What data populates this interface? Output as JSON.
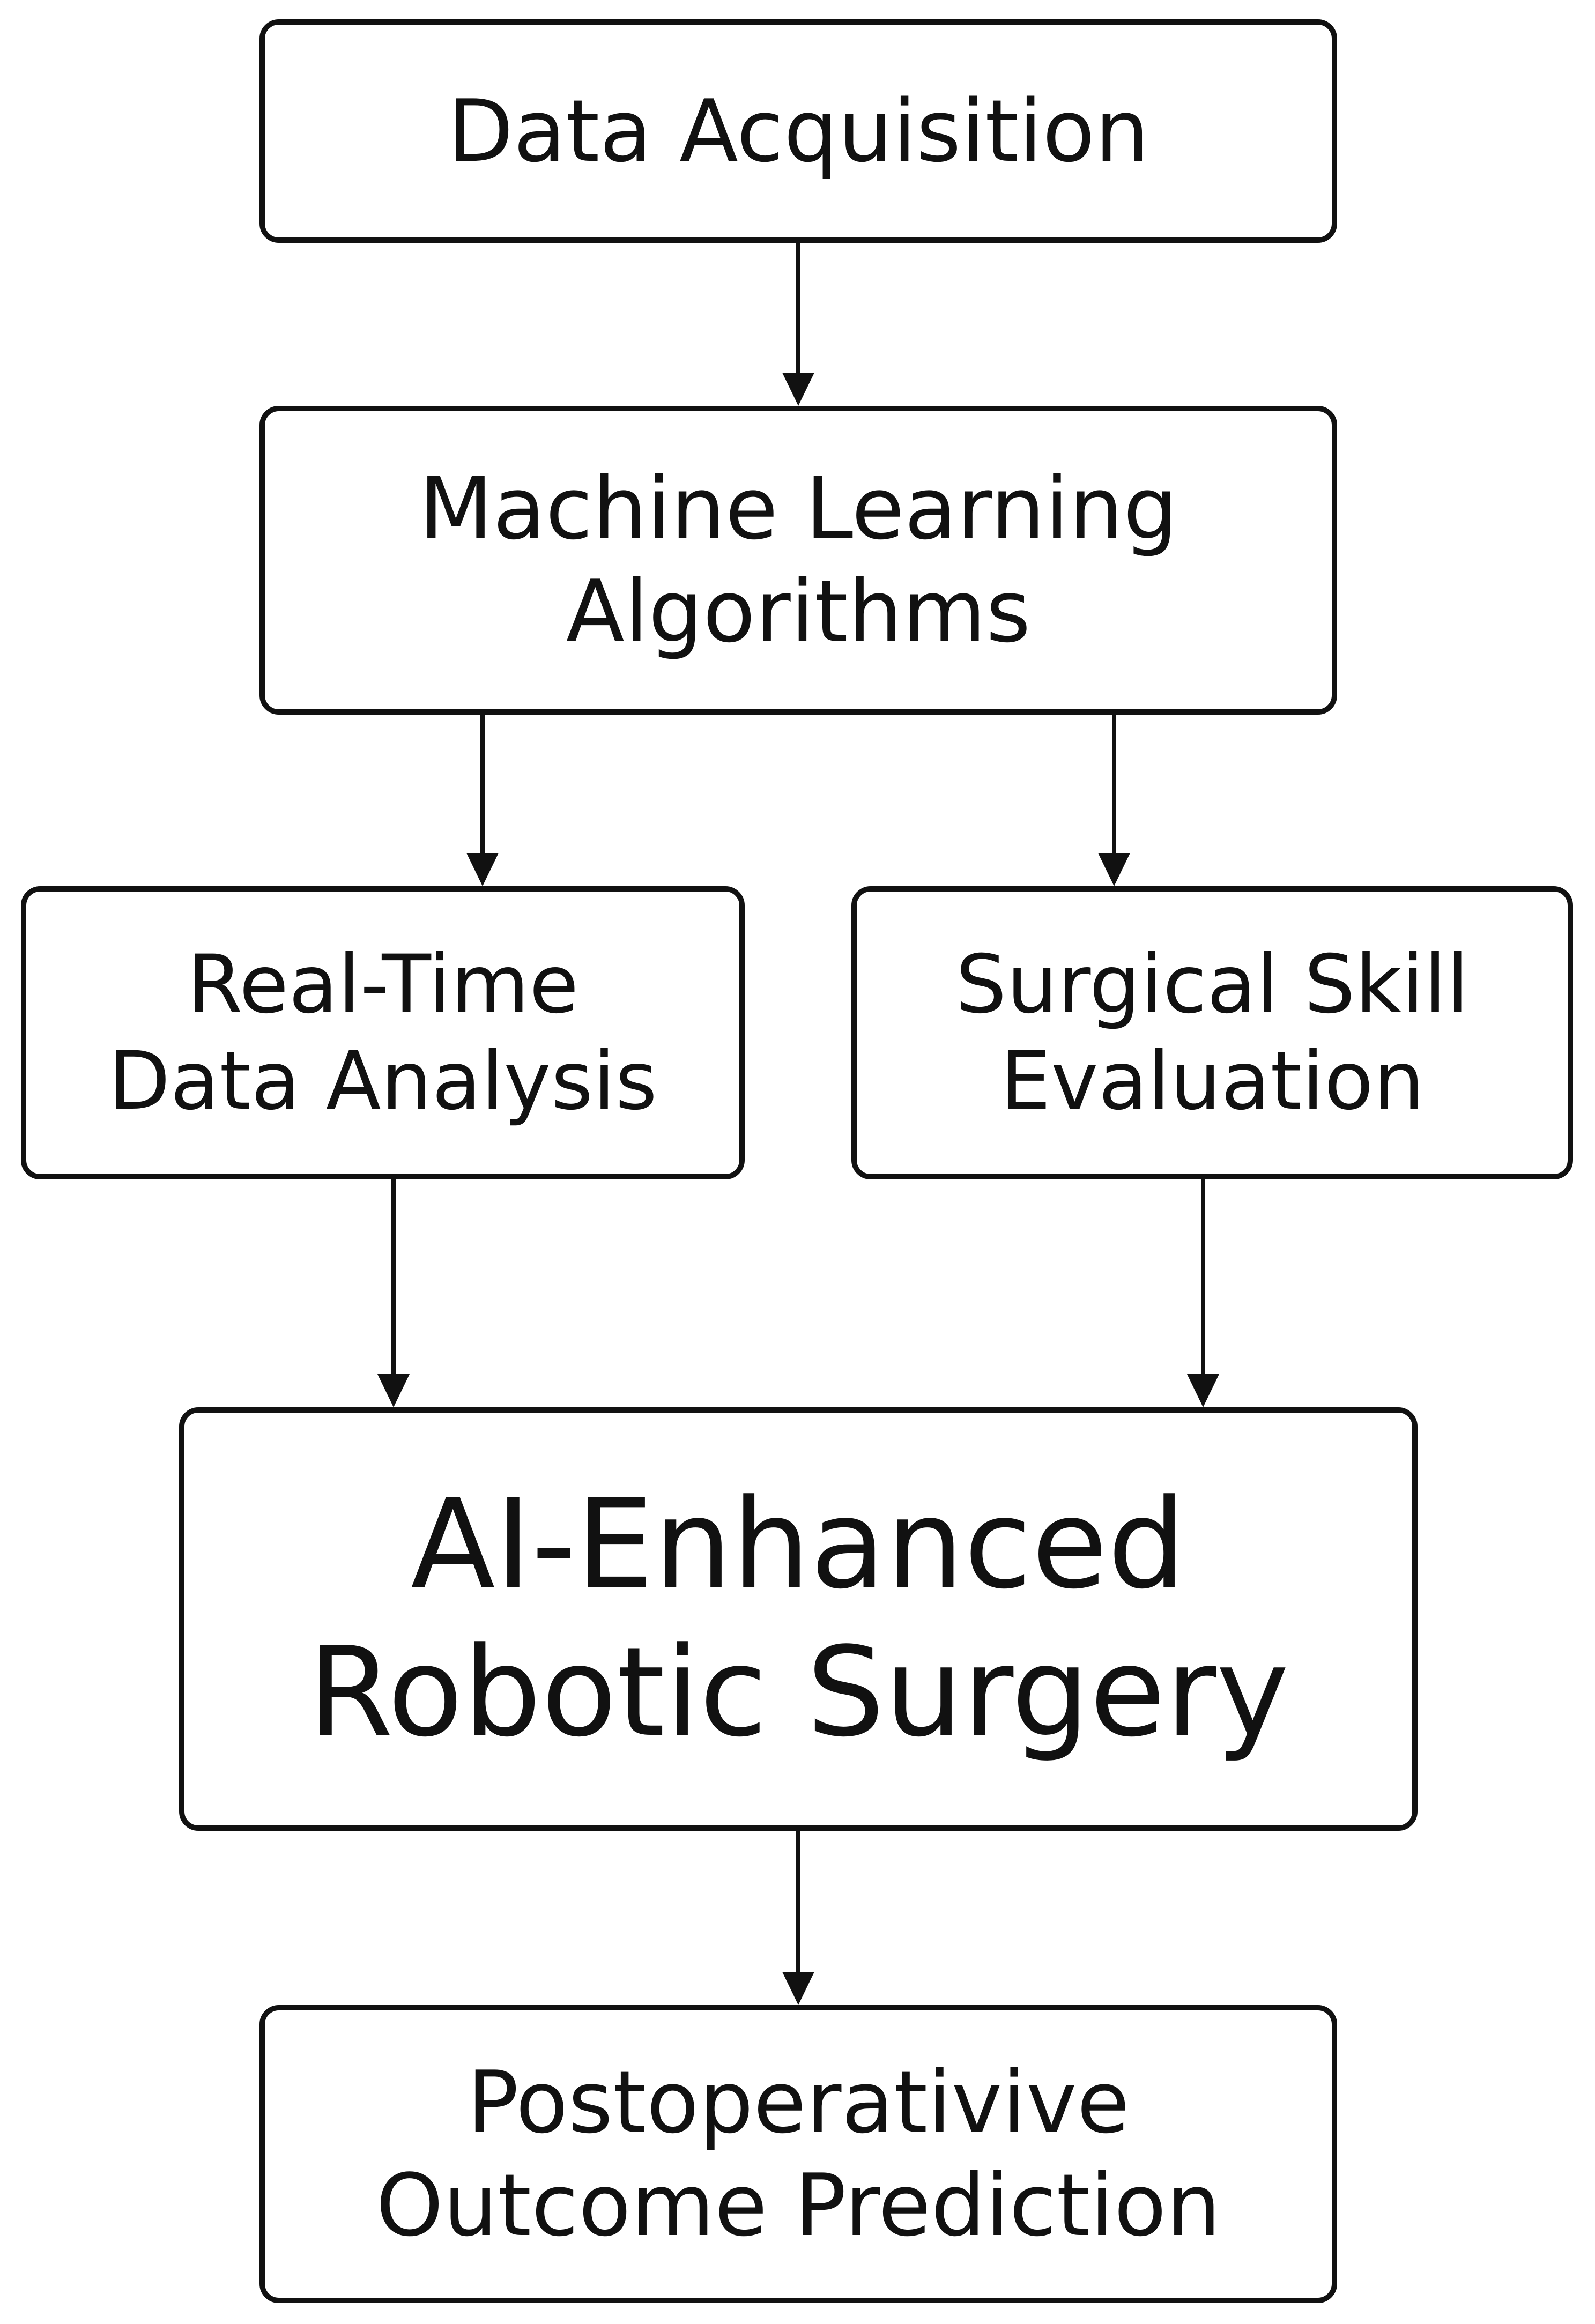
{
  "nodes": {
    "data_acquisition": {
      "lines": [
        "Data Acquisition"
      ]
    },
    "machine_learning": {
      "lines": [
        "Machine Learning",
        "Algorithms"
      ]
    },
    "real_time": {
      "lines": [
        "Real-Time",
        "Data Analysis"
      ]
    },
    "skill_eval": {
      "lines": [
        "Surgical Skill",
        "Evaluation"
      ]
    },
    "ai_surgery": {
      "lines": [
        "AI-Enhanced",
        "Robotic Surgery"
      ]
    },
    "postop": {
      "lines": [
        "Postoperativive",
        "Outcome Prediction"
      ]
    }
  },
  "edges": [
    {
      "from": "data_acquisition",
      "to": "machine_learning"
    },
    {
      "from": "machine_learning",
      "to": "real_time"
    },
    {
      "from": "machine_learning",
      "to": "skill_eval"
    },
    {
      "from": "real_time",
      "to": "ai_surgery"
    },
    {
      "from": "skill_eval",
      "to": "ai_surgery"
    },
    {
      "from": "ai_surgery",
      "to": "postop"
    }
  ],
  "colors": {
    "stroke": "#111111",
    "background": "#ffffff",
    "text": "#111111"
  }
}
